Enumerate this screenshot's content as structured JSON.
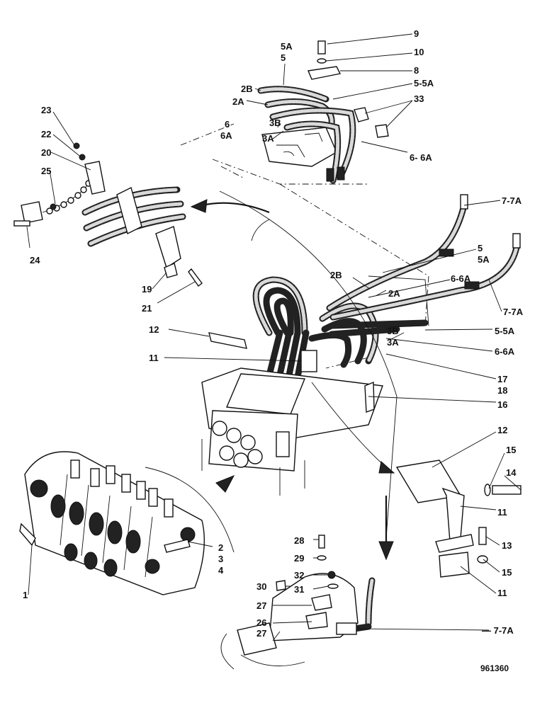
{
  "labels": {
    "l1": "1",
    "l2": "2",
    "l3": "3",
    "l4": "4",
    "l2A_top": "2A",
    "l2B_top": "2B",
    "l3A_top": "3A",
    "l3B_top": "3B",
    "l5A_top": "5A",
    "l5_top": "5",
    "l5_5A_top": "5-5A",
    "l6_top": "6",
    "l6A_top": "6A",
    "l6_6A_top": "6- 6A",
    "l8": "8",
    "l9": "9",
    "l10": "10",
    "l33": "33",
    "l23": "23",
    "l22": "22",
    "l20": "20",
    "l25": "25",
    "l24": "24",
    "l19": "19",
    "l21": "21",
    "l7_7A_a": "7-7A",
    "l7_7A_b": "7-7A",
    "l7_7A_c": "— 7-7A",
    "l5_mid": "5",
    "l5A_mid": "5A",
    "l2B_mid": "2B",
    "l2A_mid": "2A",
    "l6_6A_mid": "6-6A",
    "l3B_mid": "3B",
    "l3A_mid": "3A",
    "l5_5A_mid": "5-5A",
    "l6_6A_mid2": "6-6A",
    "l12_left": "12",
    "l11_left": "11",
    "l17": "17",
    "l18": "18",
    "l16": "16",
    "l12_right": "12",
    "l15_a": "15",
    "l14": "14",
    "l11_r1": "11",
    "l13": "13",
    "l15_b": "15",
    "l11_r2": "11",
    "l28": "28",
    "l29": "29",
    "l32": "32",
    "l31": "31",
    "l30": "30",
    "l27_a": "27",
    "l26": "26",
    "l27_b": "27"
  },
  "drawing_ref": "961360"
}
